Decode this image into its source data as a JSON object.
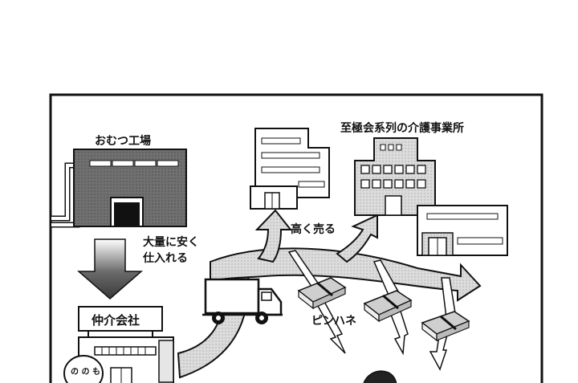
{
  "labels": {
    "factory": "おむつ工場",
    "buy_note_line1": "大量に安く",
    "buy_note_line2": "仕入れる",
    "broker": "仲介会社",
    "care_facility": "至極会系列の介護事業所",
    "sell_note": "高く売る",
    "skim_note": "ピンハネ",
    "face_text": "の の も"
  },
  "colors": {
    "ink": "#111111",
    "building_dark": "#6e6e6e",
    "arrow_gray": "#d0d0d0",
    "money": "#cfcfcf"
  }
}
